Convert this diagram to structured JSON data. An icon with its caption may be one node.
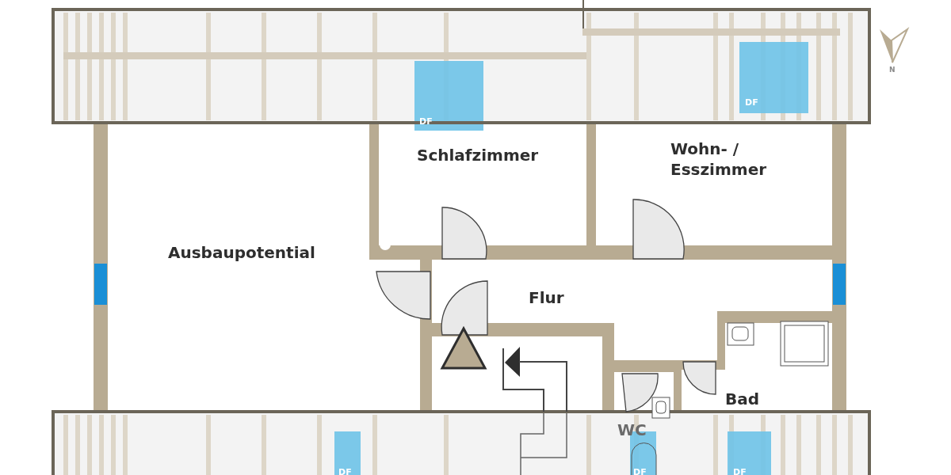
{
  "diagram": {
    "labels": [
      "DF",
      "DF",
      "N",
      "Schlafzimmer",
      "Wohn- / Esszimmer",
      "Ausbaupotential",
      "Flur",
      "Bad",
      "WC",
      "DF",
      "DF",
      "DF"
    ]
  }
}
